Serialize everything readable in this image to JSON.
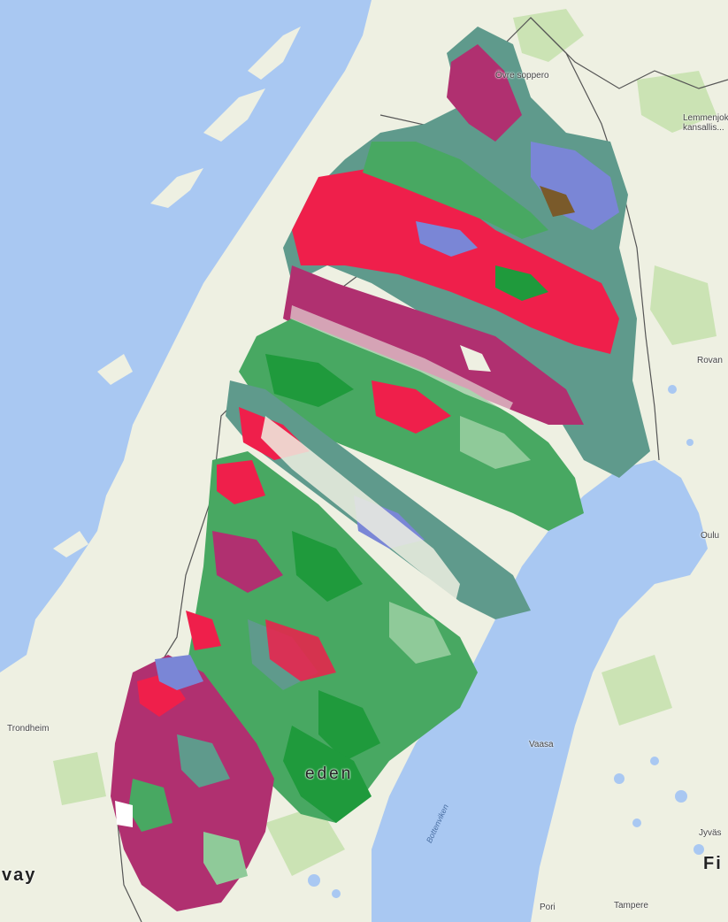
{
  "colors": {
    "water": "#a9c8f2",
    "land": "#eef0e2",
    "forest": "#cbe3b4",
    "border": "#555555",
    "class_red": "#ef1f4b",
    "class_blue": "#7a86d6",
    "class_dark_green": "#1f9a3c",
    "class_mid_green": "#48a862",
    "class_teal": "#5f9a8c",
    "class_light_green": "#8fca99",
    "class_magenta": "#b03070",
    "class_brown": "#7a5a2a"
  },
  "labels": {
    "norway": "vay",
    "sweden": "eden",
    "finland": "Fi",
    "trondheim": "Trondheim",
    "vaasa": "Vaasa",
    "tampere": "Tampere",
    "pori": "Pori",
    "rovaniemi": "Rovan",
    "jyvaskyla": "Jyväs",
    "oulu": "Oulu",
    "lemmenjoki": "Lemmenjoki\nkansallis...",
    "ovre_soppero": "Övre soppero",
    "gulf": "Bottenviken"
  }
}
